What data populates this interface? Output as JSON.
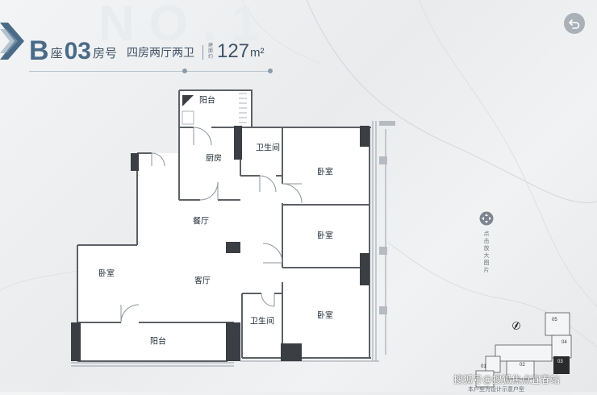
{
  "header": {
    "building_letter": "B",
    "building_suffix": "座",
    "unit_number": "03",
    "unit_suffix": "房号",
    "layout_type": "四房两厅两卫",
    "area_tag": "建面约",
    "area_value": "127",
    "area_unit": "m²",
    "watermark": "NO.1"
  },
  "rooms": {
    "balcony_top": "阳台",
    "kitchen": "厨房",
    "bathroom_top": "卫生间",
    "bedroom_upper_right": "卧室",
    "dining": "餐厅",
    "bedroom_middle_right": "卧室",
    "bedroom_left": "卧室",
    "living": "客厅",
    "bathroom_bottom": "卫生间",
    "bedroom_lower_right": "卧室",
    "balcony_bottom": "阳台"
  },
  "controls": {
    "zoom_hint": "点击放大图片",
    "back_icon": "back-arrow-icon"
  },
  "minimap": {
    "labels": [
      "05",
      "04",
      "03",
      "02",
      "01"
    ],
    "highlight_color": "#2b2b2b"
  },
  "footer": {
    "credit": "搜狐号@搜狐焦点宜春站",
    "note": "本户型为设计示意户型"
  },
  "colors": {
    "accent": "#4a6b88",
    "wall": "#5d6166",
    "pillar": "#3b3f44"
  }
}
